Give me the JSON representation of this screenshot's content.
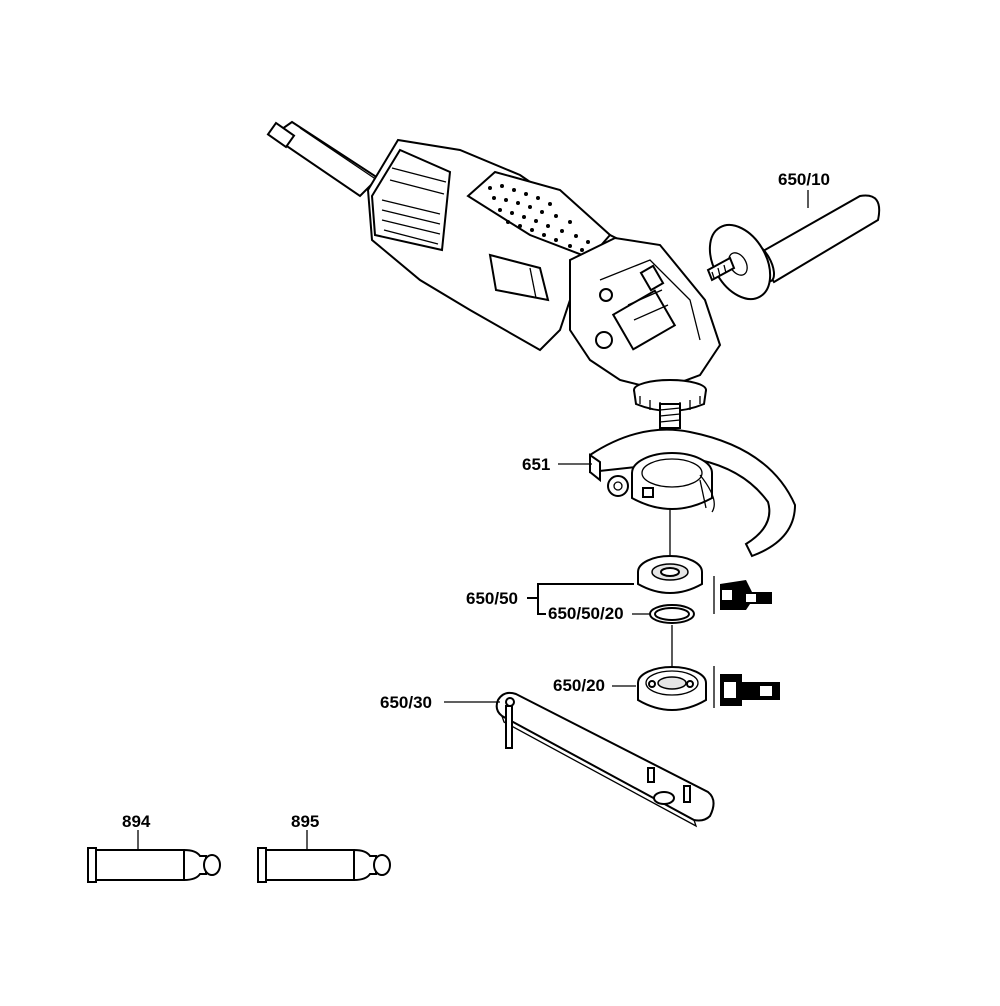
{
  "labels": {
    "side_handle": "650/10",
    "guard": "651",
    "flange_set": "650/50",
    "flange_oring": "650/50/20",
    "clamping_nut": "650/20",
    "spanner": "650/30",
    "grease_tube_1": "894",
    "grease_tube_2": "895"
  }
}
